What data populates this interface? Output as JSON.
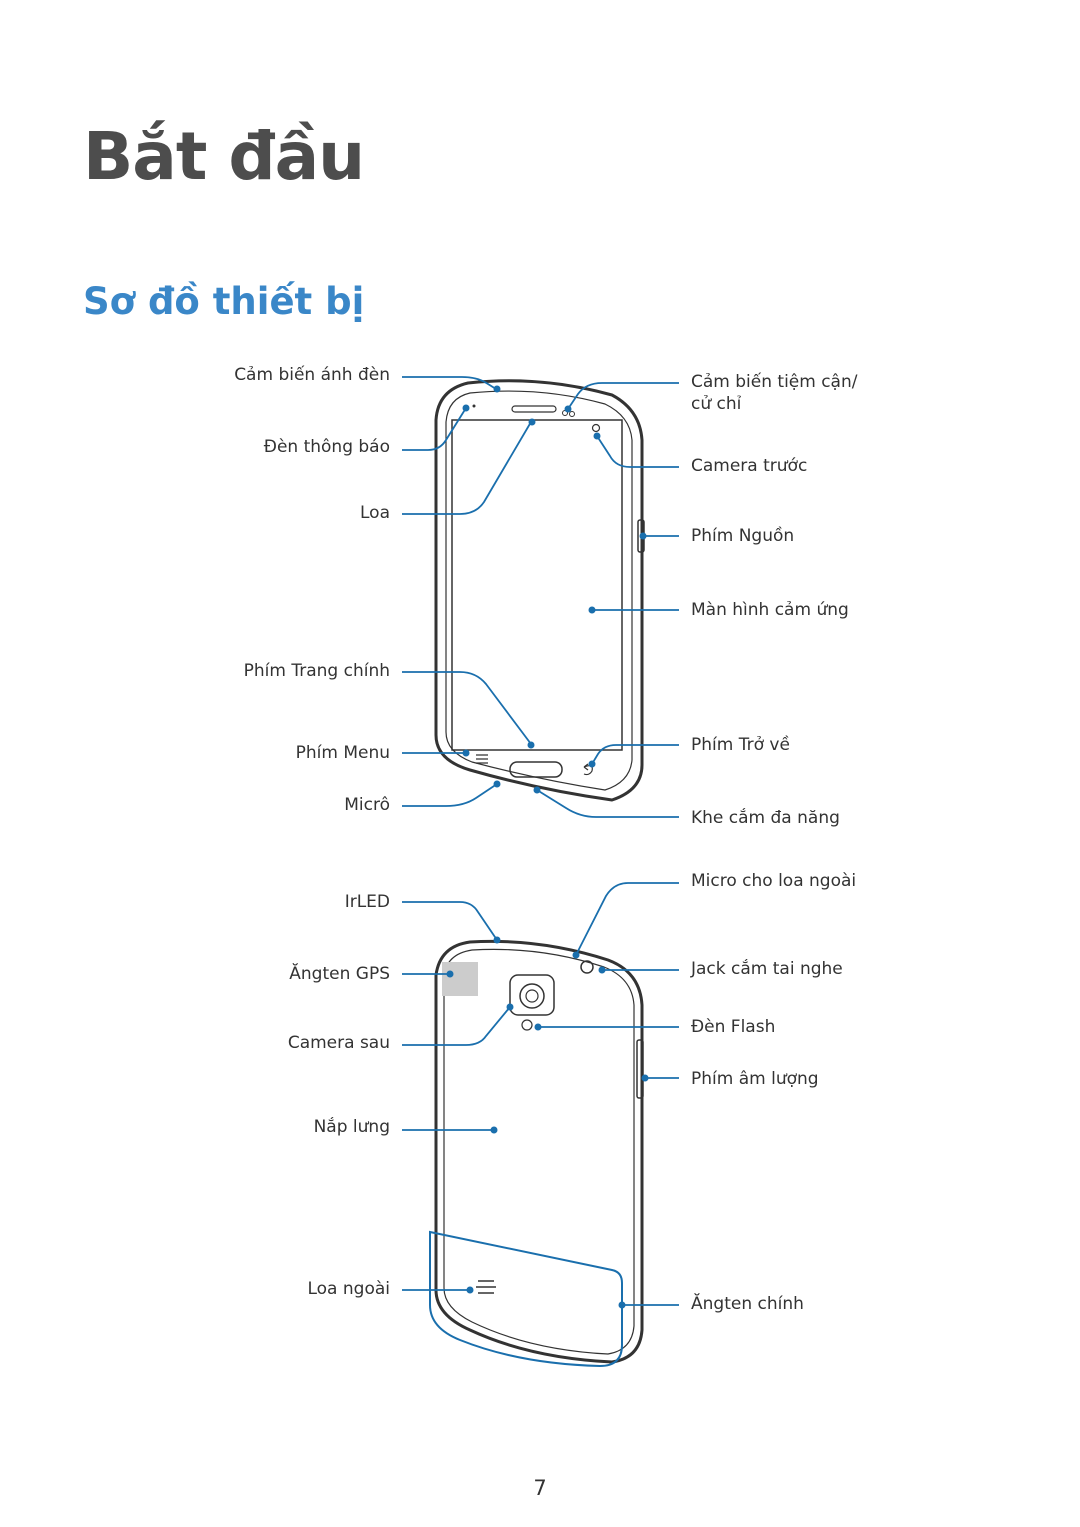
{
  "chapter_title": "Bắt đầu",
  "section_title": "Sơ đồ thiết bị",
  "front_labels": {
    "light_sensor": "Cảm biến ánh đèn",
    "notification_led": "Đèn thông báo",
    "earpiece": "Loa",
    "home_key": "Phím Trang chính",
    "menu_key": "Phím Menu",
    "microphone": "Micrô",
    "proximity_line1": "Cảm biến tiệm cận/",
    "proximity_line2": "cử chỉ",
    "front_camera": "Camera trước",
    "power_key": "Phím Nguồn",
    "touch_screen": "Màn hình cảm ứng",
    "back_key": "Phím Trở về",
    "multipurpose_jack": "Khe cắm đa năng"
  },
  "back_labels": {
    "irled": "IrLED",
    "gps_antenna": "Ăngten GPS",
    "rear_camera": "Camera sau",
    "back_cover": "Nắp lưng",
    "speaker": "Loa ngoài",
    "speakerphone_mic": "Micro cho loa ngoài",
    "headset_jack": "Jack cắm tai nghe",
    "flash": "Đèn Flash",
    "volume_key": "Phím âm lượng",
    "main_antenna": "Ăngten chính"
  },
  "page_number": "7",
  "colors": {
    "chapter_title": "#4d4d4d",
    "section_title": "#3a87c8",
    "callout_line": "#1a6fad",
    "device_outline": "#333333"
  }
}
